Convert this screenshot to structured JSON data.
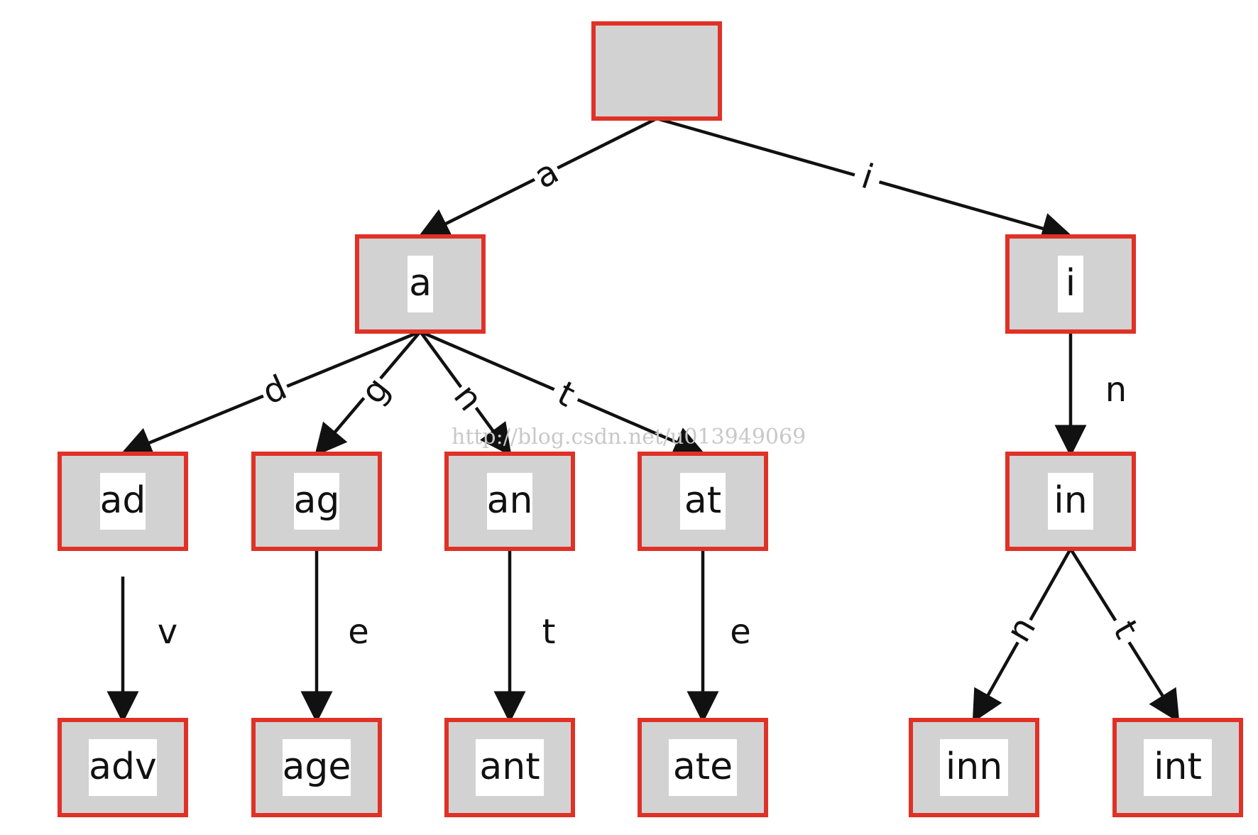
{
  "colors": {
    "box_fill": "#d2d2d2",
    "box_border": "#e03127",
    "edge": "#111111",
    "watermark": "#c8c8c8"
  },
  "watermark": "http://blog.csdn.net/u013949069",
  "nodes": [
    {
      "id": "root",
      "label": ""
    },
    {
      "id": "a",
      "label": "a"
    },
    {
      "id": "i",
      "label": "i"
    },
    {
      "id": "ad",
      "label": "ad"
    },
    {
      "id": "ag",
      "label": "ag"
    },
    {
      "id": "an",
      "label": "an"
    },
    {
      "id": "at",
      "label": "at"
    },
    {
      "id": "in",
      "label": "in"
    },
    {
      "id": "adv",
      "label": "adv"
    },
    {
      "id": "age",
      "label": "age"
    },
    {
      "id": "ant",
      "label": "ant"
    },
    {
      "id": "ate",
      "label": "ate"
    },
    {
      "id": "inn",
      "label": "inn"
    },
    {
      "id": "int",
      "label": "int"
    }
  ],
  "edges": [
    {
      "from": "root",
      "to": "a",
      "label": "a"
    },
    {
      "from": "root",
      "to": "i",
      "label": "i"
    },
    {
      "from": "a",
      "to": "ad",
      "label": "d"
    },
    {
      "from": "a",
      "to": "ag",
      "label": "g"
    },
    {
      "from": "a",
      "to": "an",
      "label": "n"
    },
    {
      "from": "a",
      "to": "at",
      "label": "t"
    },
    {
      "from": "i",
      "to": "in",
      "label": "n"
    },
    {
      "from": "ad",
      "to": "adv",
      "label": "v"
    },
    {
      "from": "ag",
      "to": "age",
      "label": "e"
    },
    {
      "from": "an",
      "to": "ant",
      "label": "t"
    },
    {
      "from": "at",
      "to": "ate",
      "label": "e"
    },
    {
      "from": "in",
      "to": "inn",
      "label": "n"
    },
    {
      "from": "in",
      "to": "int",
      "label": "t"
    }
  ]
}
